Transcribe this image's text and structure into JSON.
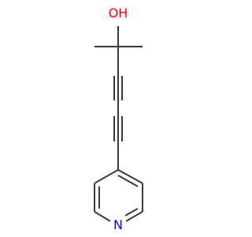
{
  "molecule": {
    "atoms": [
      {
        "id": "O1",
        "label": "OH",
        "color": "#ff0000"
      },
      {
        "id": "N1",
        "label": "N",
        "color": "#0000ff"
      }
    ],
    "bond_color": "#3a3a3a"
  }
}
